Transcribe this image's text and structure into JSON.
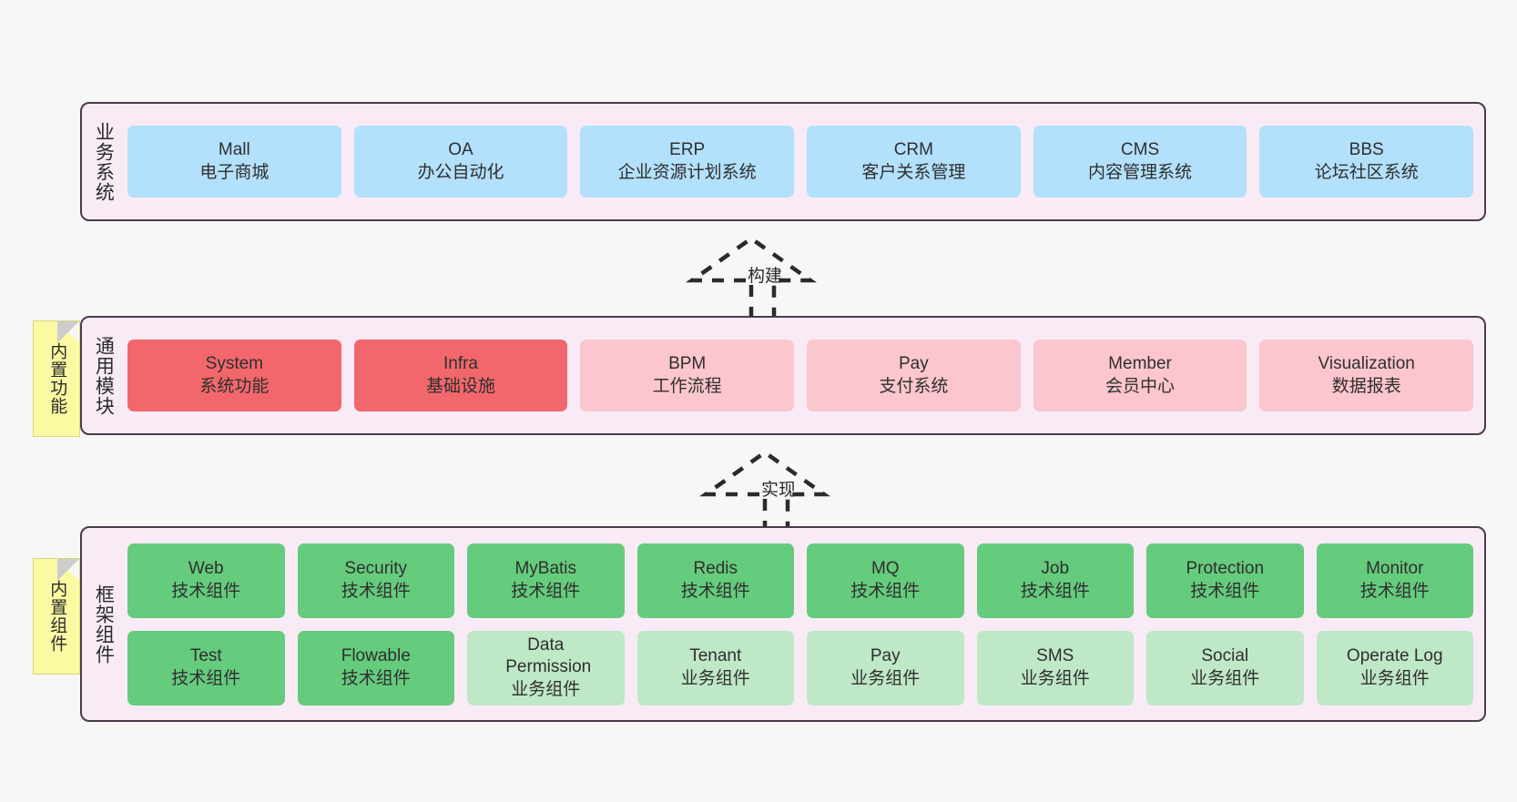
{
  "diagram": {
    "title": "ruoyi-vue-pro architecture layers",
    "background": "#f7f7f7",
    "palette": {
      "panel_bg": "#f8ebf5",
      "panel_border": "#4a3b4a",
      "blue": "#b3e0fb",
      "red": "#f2676b",
      "pink": "#fbc6cd",
      "green": "#65cb7d",
      "light_green": "#bfe8c7",
      "note_yellow": "#fbfaa2",
      "note_fold": "#cdcdcd"
    }
  },
  "layers": [
    {
      "id": "business-systems",
      "title": "业务系统",
      "note": null,
      "rows": [
        [
          {
            "name": "Mall",
            "sub": "电子商城",
            "color": "blue"
          },
          {
            "name": "OA",
            "sub": "办公自动化",
            "color": "blue"
          },
          {
            "name": "ERP",
            "sub": "企业资源计划系统",
            "color": "blue"
          },
          {
            "name": "CRM",
            "sub": "客户关系管理",
            "color": "blue"
          },
          {
            "name": "CMS",
            "sub": "内容管理系统",
            "color": "blue"
          },
          {
            "name": "BBS",
            "sub": "论坛社区系统",
            "color": "blue"
          }
        ]
      ]
    },
    {
      "id": "common-modules",
      "title": "通用模块",
      "note": "内置功能",
      "rows": [
        [
          {
            "name": "System",
            "sub": "系统功能",
            "color": "red"
          },
          {
            "name": "Infra",
            "sub": "基础设施",
            "color": "red"
          },
          {
            "name": "BPM",
            "sub": "工作流程",
            "color": "pink"
          },
          {
            "name": "Pay",
            "sub": "支付系统",
            "color": "pink"
          },
          {
            "name": "Member",
            "sub": "会员中心",
            "color": "pink"
          },
          {
            "name": "Visualization",
            "sub": "数据报表",
            "color": "pink"
          }
        ]
      ]
    },
    {
      "id": "framework-components",
      "title": "框架组件",
      "note": "内置组件",
      "rows": [
        [
          {
            "name": "Web",
            "sub": "技术组件",
            "color": "green"
          },
          {
            "name": "Security",
            "sub": "技术组件",
            "color": "green"
          },
          {
            "name": "MyBatis",
            "sub": "技术组件",
            "color": "green"
          },
          {
            "name": "Redis",
            "sub": "技术组件",
            "color": "green"
          },
          {
            "name": "MQ",
            "sub": "技术组件",
            "color": "green"
          },
          {
            "name": "Job",
            "sub": "技术组件",
            "color": "green"
          },
          {
            "name": "Protection",
            "sub": "技术组件",
            "color": "green"
          },
          {
            "name": "Monitor",
            "sub": "技术组件",
            "color": "green"
          }
        ],
        [
          {
            "name": "Test",
            "sub": "技术组件",
            "color": "green"
          },
          {
            "name": "Flowable",
            "sub": "技术组件",
            "color": "green"
          },
          {
            "name": "Data Permission",
            "sub": "业务组件",
            "color": "light_green"
          },
          {
            "name": "Tenant",
            "sub": "业务组件",
            "color": "light_green"
          },
          {
            "name": "Pay",
            "sub": "业务组件",
            "color": "light_green"
          },
          {
            "name": "SMS",
            "sub": "业务组件",
            "color": "light_green"
          },
          {
            "name": "Social",
            "sub": "业务组件",
            "color": "light_green"
          },
          {
            "name": "Operate Log",
            "sub": "业务组件",
            "color": "light_green"
          }
        ]
      ]
    }
  ],
  "connectors": [
    {
      "id": "build",
      "label": "构建",
      "from": "common-modules",
      "to": "business-systems",
      "style": "dashed-hollow-triangle"
    },
    {
      "id": "implement",
      "label": "实现",
      "from": "framework-components",
      "to": "common-modules",
      "style": "dashed-hollow-triangle"
    }
  ]
}
